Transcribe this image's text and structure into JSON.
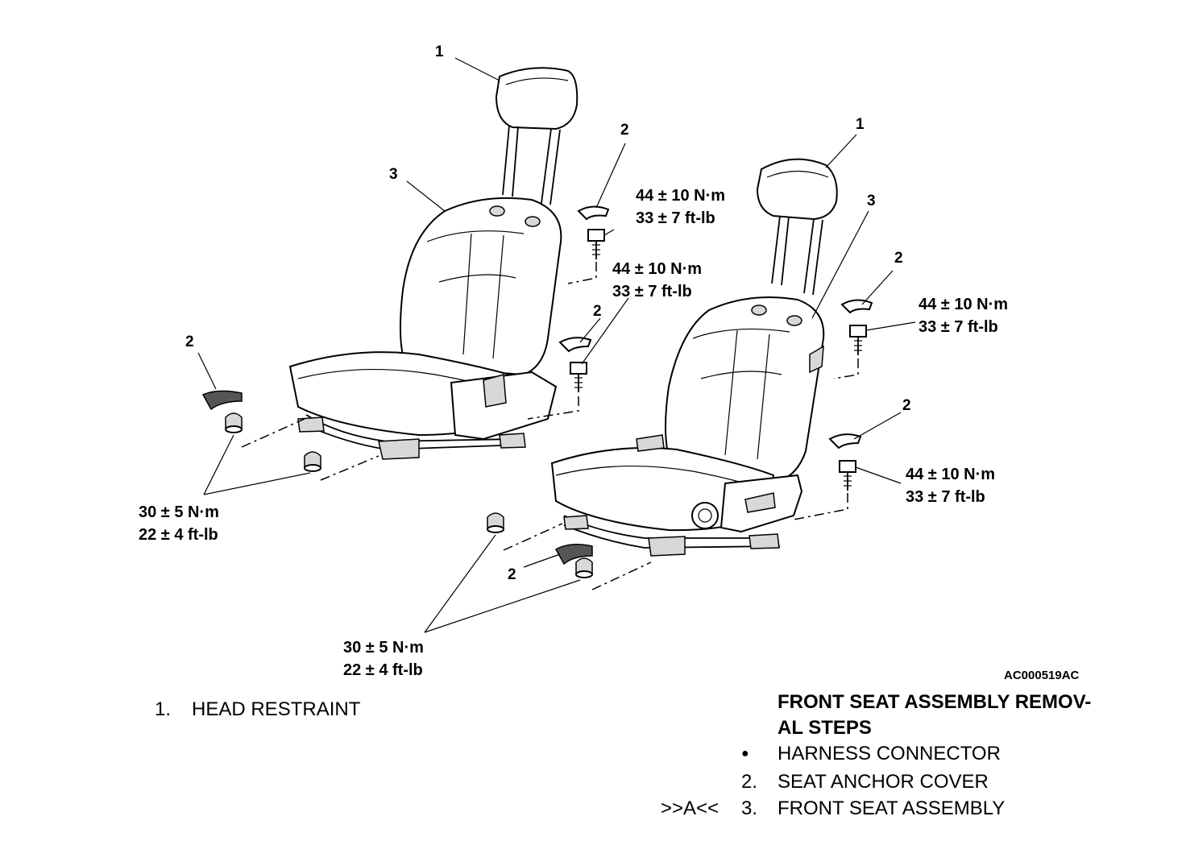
{
  "diagram": {
    "code": "AC000519AC",
    "callouts": {
      "head_restraint": "1",
      "seat_anchor_cover": "2",
      "front_seat_assembly": "3"
    },
    "torques": {
      "bolt_44": [
        "44 ± 10 N·m",
        "33 ± 7 ft-lb"
      ],
      "nut_30": [
        "30 ± 5 N·m",
        "22 ± 4 ft-lb"
      ]
    }
  },
  "legend_left": {
    "number": "1.",
    "label": "HEAD RESTRAINT"
  },
  "removal_steps": {
    "title_line1": "FRONT SEAT ASSEMBLY REMOV-",
    "title_line2": "AL STEPS",
    "items": [
      {
        "prefix": "",
        "bullet": "●",
        "label": "HARNESS CONNECTOR"
      },
      {
        "prefix": "",
        "bullet": "2.",
        "label": "SEAT ANCHOR COVER"
      },
      {
        "prefix": ">>A<<",
        "bullet": "3.",
        "label": "FRONT SEAT ASSEMBLY"
      }
    ]
  }
}
